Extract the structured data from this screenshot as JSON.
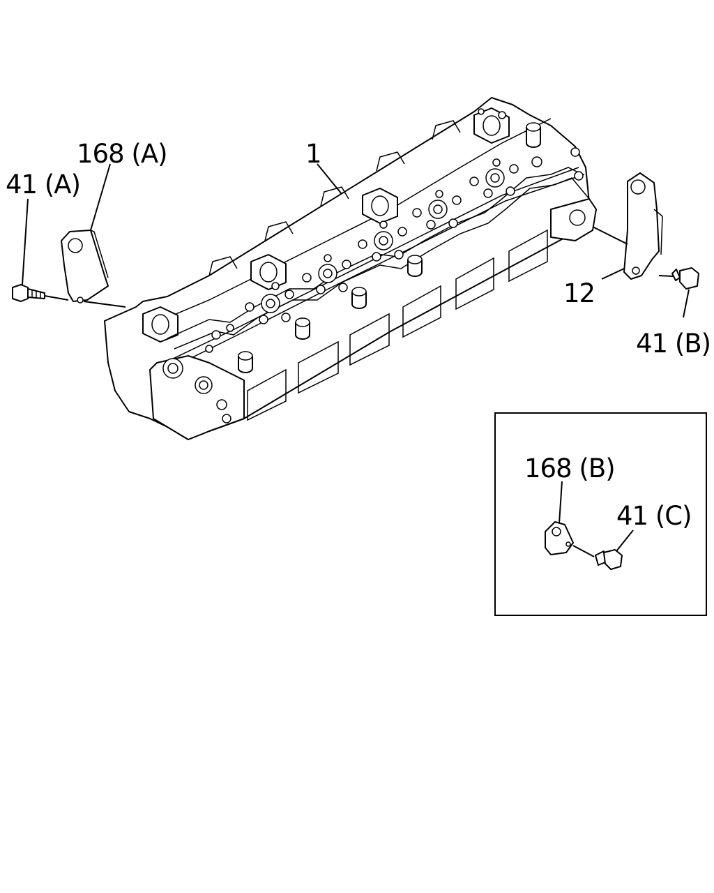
{
  "callouts": {
    "part_1": "1",
    "part_12": "12",
    "part_168a": "168 (A)",
    "part_41a": "41 (A)",
    "part_41b": "41 (B)",
    "part_168b": "168 (B)",
    "part_41c": "41 (C)"
  },
  "colors": {
    "line": "#000000",
    "background": "#ffffff"
  }
}
